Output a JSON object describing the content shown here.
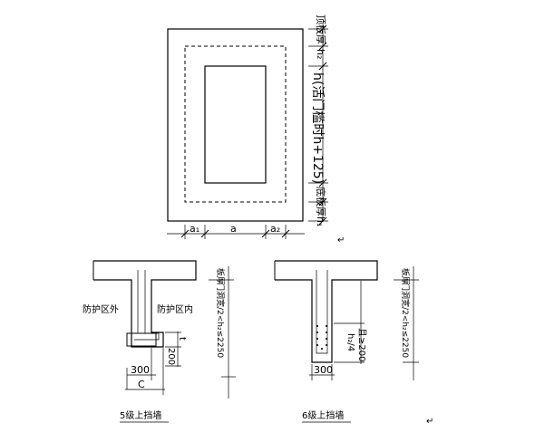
{
  "plan": {
    "top_label": "顶板厚",
    "h2_label": "h₂",
    "h_label": "h(活门槛时h+125)",
    "bottom_label": "底板厚h₁",
    "dim_a1": "a₁",
    "dim_a": "a",
    "dim_a2": "a₂"
  },
  "sec5": {
    "outside_label": "防护区外",
    "inside_label": "防护区内",
    "t_label": "t",
    "dim_200": "200",
    "w_label": "300",
    "c_label": "C",
    "right_dim": "门洞宽/2<h₂≤2250",
    "slab_label": "板厚",
    "caption": "5级上挡墙"
  },
  "sec6": {
    "h2_4_label": "h₂/4",
    "ge200_label": "且≥200",
    "w_label": "300",
    "right_dim": "门洞宽/2<h₂≤2250",
    "slab_label": "板厚",
    "caption": "6级上挡墙"
  },
  "marks": {
    "return_1": "↵",
    "return_2": "↵"
  }
}
